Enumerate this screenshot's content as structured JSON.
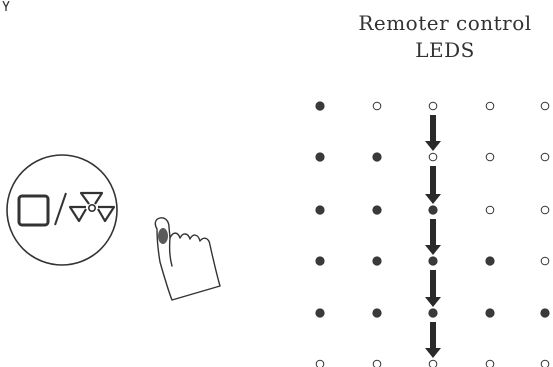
{
  "header": {
    "title_line1": "Remoter control",
    "title_line2": "LEDS"
  },
  "button": {
    "icon": "square-slash-fan-icon"
  },
  "leds": {
    "rows": [
      [
        1,
        0,
        0,
        0,
        0
      ],
      [
        1,
        1,
        0,
        0,
        0
      ],
      [
        1,
        1,
        1,
        0,
        0
      ],
      [
        1,
        1,
        1,
        1,
        0
      ],
      [
        1,
        1,
        1,
        1,
        1
      ],
      [
        0,
        0,
        0,
        0,
        0
      ]
    ],
    "arrow_column": 3,
    "on_color": "#3a3a3a",
    "off_color": "#ffffff"
  }
}
